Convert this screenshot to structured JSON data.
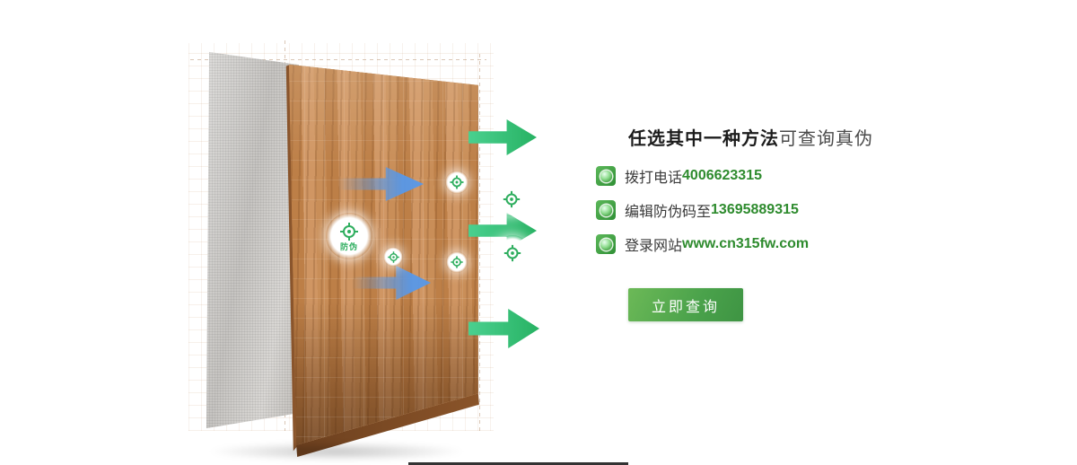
{
  "info": {
    "title_bold": "任选其中一种方法",
    "title_rest": "可查询真伪",
    "methods": [
      {
        "label": "拨打电话",
        "value": "4006623315"
      },
      {
        "label": "编辑防伪码至",
        "value": "13695889315"
      },
      {
        "label": "登录网站",
        "value": "www.cn315fw.com"
      }
    ],
    "query_button": "立即查询"
  },
  "illustration": {
    "center_label": "防伪"
  },
  "colors": {
    "accent_green": "#2fa84f",
    "value_green": "#2e8b2e",
    "arrow_green": "#2fbf6e",
    "arrow_blue": "#5898e8",
    "wood": "#c08249",
    "button_gradient_start": "#6cb957",
    "button_gradient_end": "#3e9443"
  }
}
